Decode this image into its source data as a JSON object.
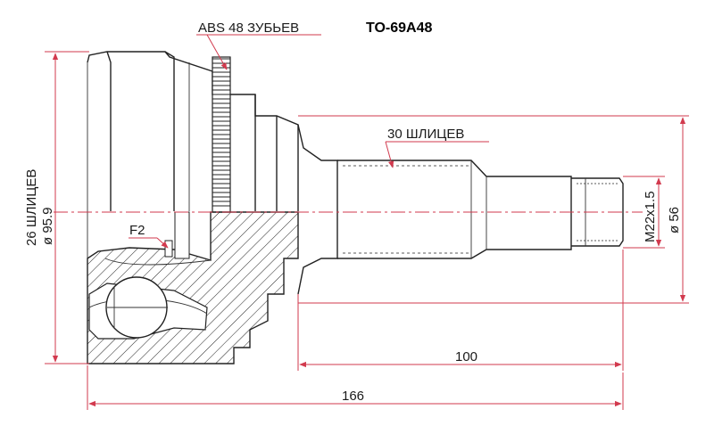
{
  "part_number": "TO-69A48",
  "labels": {
    "abs_teeth": "ABS 48 ЗУБЬЕВ",
    "outer_splines": "30 ШЛИЦЕВ",
    "inner_splines": "26 ШЛИЦЕВ",
    "f2": "F2",
    "thread": "M22x1.5",
    "outer_diameter": "ø 95.9",
    "shaft_diameter": "ø 56",
    "length_100": "100",
    "length_166": "166"
  },
  "colors": {
    "dimension": "#d23a4e",
    "outline": "#222222",
    "text": "#1a1a1a"
  }
}
